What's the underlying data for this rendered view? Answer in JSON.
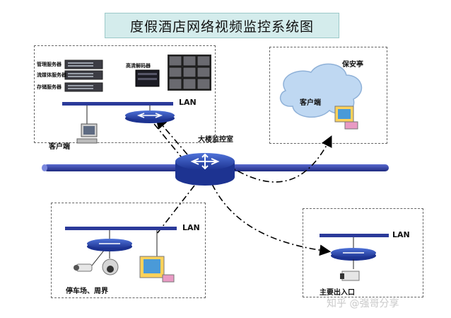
{
  "title": "度假酒店网络视频监控系统图",
  "zones": {
    "control_room": {
      "label": "大楼监控室",
      "servers": [
        "管理服务器",
        "流媒体服务器",
        "存储服务器"
      ],
      "decoder_label": "高清解码器",
      "lan_label": "LAN",
      "client_label": "客户端"
    },
    "security": {
      "label": "保安亭",
      "client_label": "客户端"
    },
    "parking": {
      "label": "停车场、周界",
      "lan_label": "LAN"
    },
    "entrance": {
      "label": "主要出入口",
      "lan_label": "LAN"
    }
  },
  "watermark": "知乎 @强哥分享",
  "colors": {
    "title_bg": "#d4ecec",
    "backbone": "#2b3a9a",
    "router": "#2f4fbf",
    "cloud": "#bfd8f2"
  }
}
